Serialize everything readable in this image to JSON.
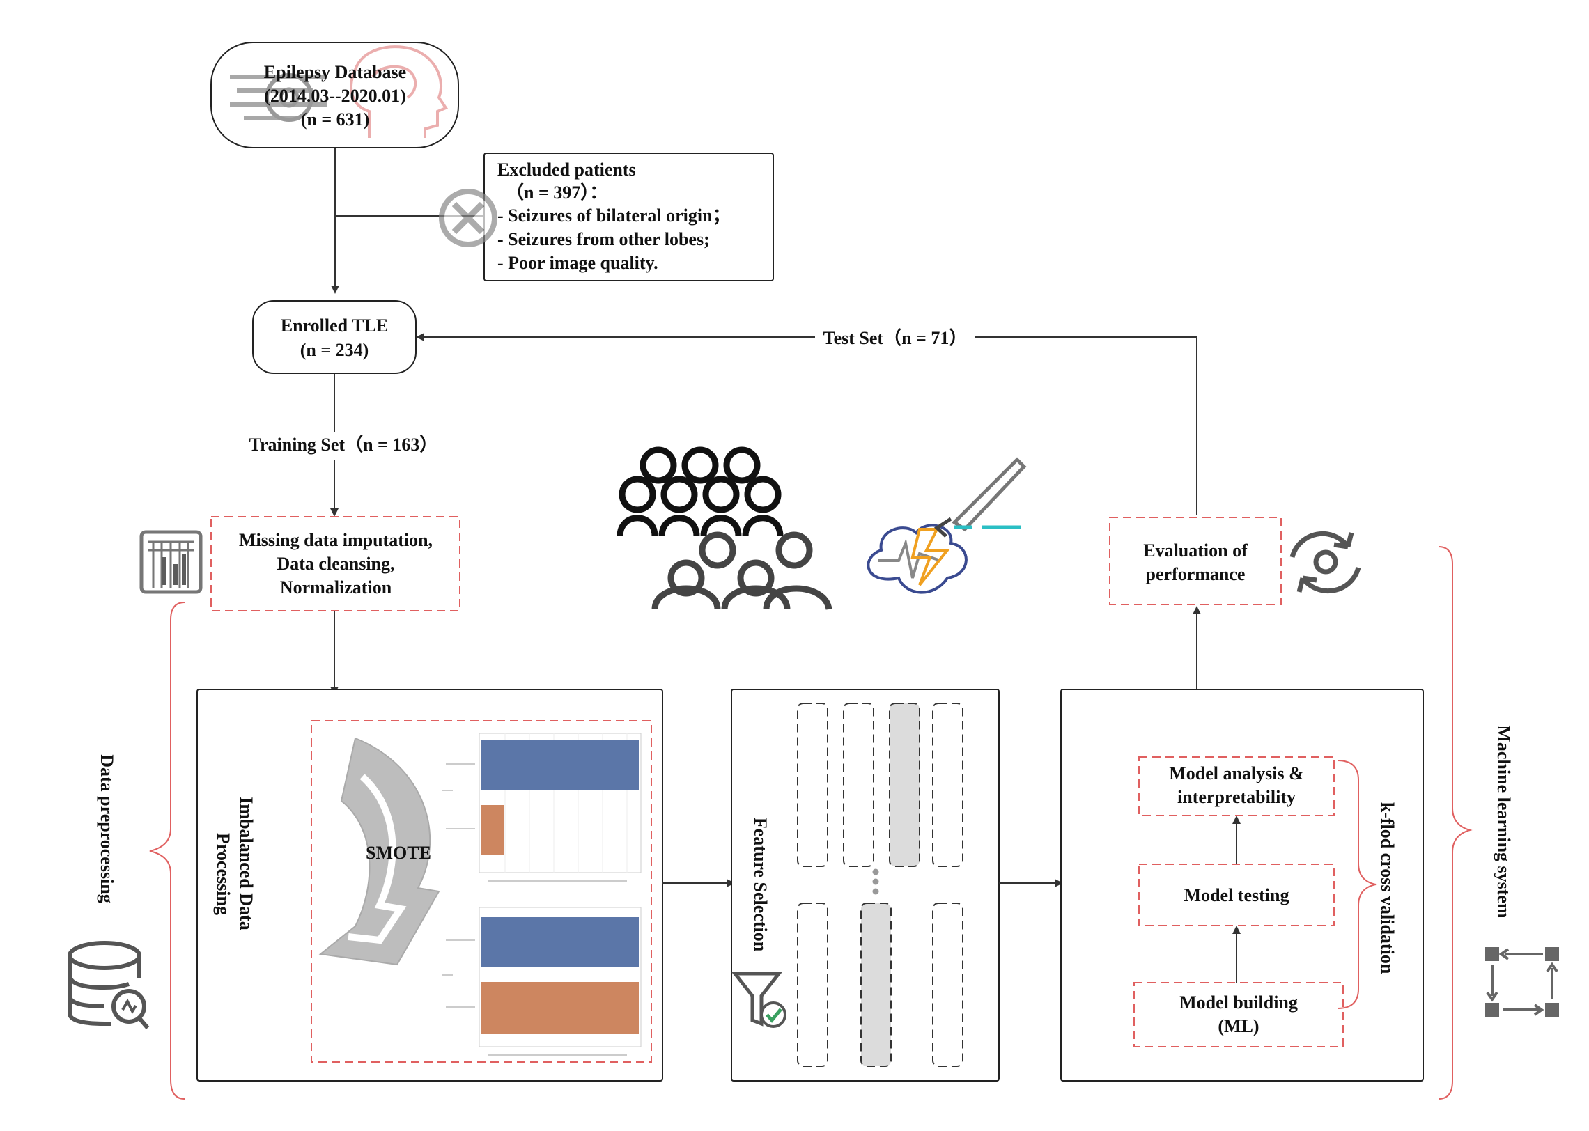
{
  "database": {
    "line1": "Epilepsy Database",
    "line2": "(2014.03--2020.01)",
    "line3": "(n = 631)"
  },
  "excluded": {
    "title": "Excluded patients",
    "count": "（n = 397）：",
    "items": [
      "- Seizures of bilateral origin；",
      "- Seizures from other lobes;",
      "- Poor image quality."
    ]
  },
  "enrolled": {
    "line1": "Enrolled TLE",
    "line2": "(n = 234)"
  },
  "test_set": "Test Set（n = 71）",
  "training_set": "Training Set（n = 163）",
  "preprocess_box": {
    "line1": "Missing data imputation,",
    "line2": "Data cleansing,",
    "line3": "Normalization"
  },
  "evaluation": {
    "line1": "Evaluation of",
    "line2": "performance"
  },
  "imbalanced": {
    "line1": "Imbalanced Data",
    "line2": "Processing"
  },
  "smote": "SMOTE",
  "feature_selection": "Feature Selection",
  "model_analysis": {
    "line1": "Model analysis &",
    "line2": "interpretability"
  },
  "model_testing": "Model testing",
  "model_building": {
    "line1": "Model building",
    "line2": "(ML)"
  },
  "kfold": "k-flod cross validation",
  "data_preprocessing": "Data preprocessing",
  "ml_system": "Machine learning system",
  "colors": {
    "dashed_box": "#e06060",
    "bar_blue": "#5b76a8",
    "bar_orange": "#cd8660",
    "icon_teal": "#2bbfc4",
    "icon_orange": "#f0a020",
    "icon_navy": "#3a4a90"
  },
  "icons": [
    "brain-head-icon",
    "excluded-x-icon",
    "crowd-icon",
    "brain-lightning-icon",
    "spreadsheet-icon",
    "database-search-icon",
    "cycle-eye-icon",
    "filter-check-icon",
    "workflow-icon",
    "smote-arrow-icon"
  ]
}
